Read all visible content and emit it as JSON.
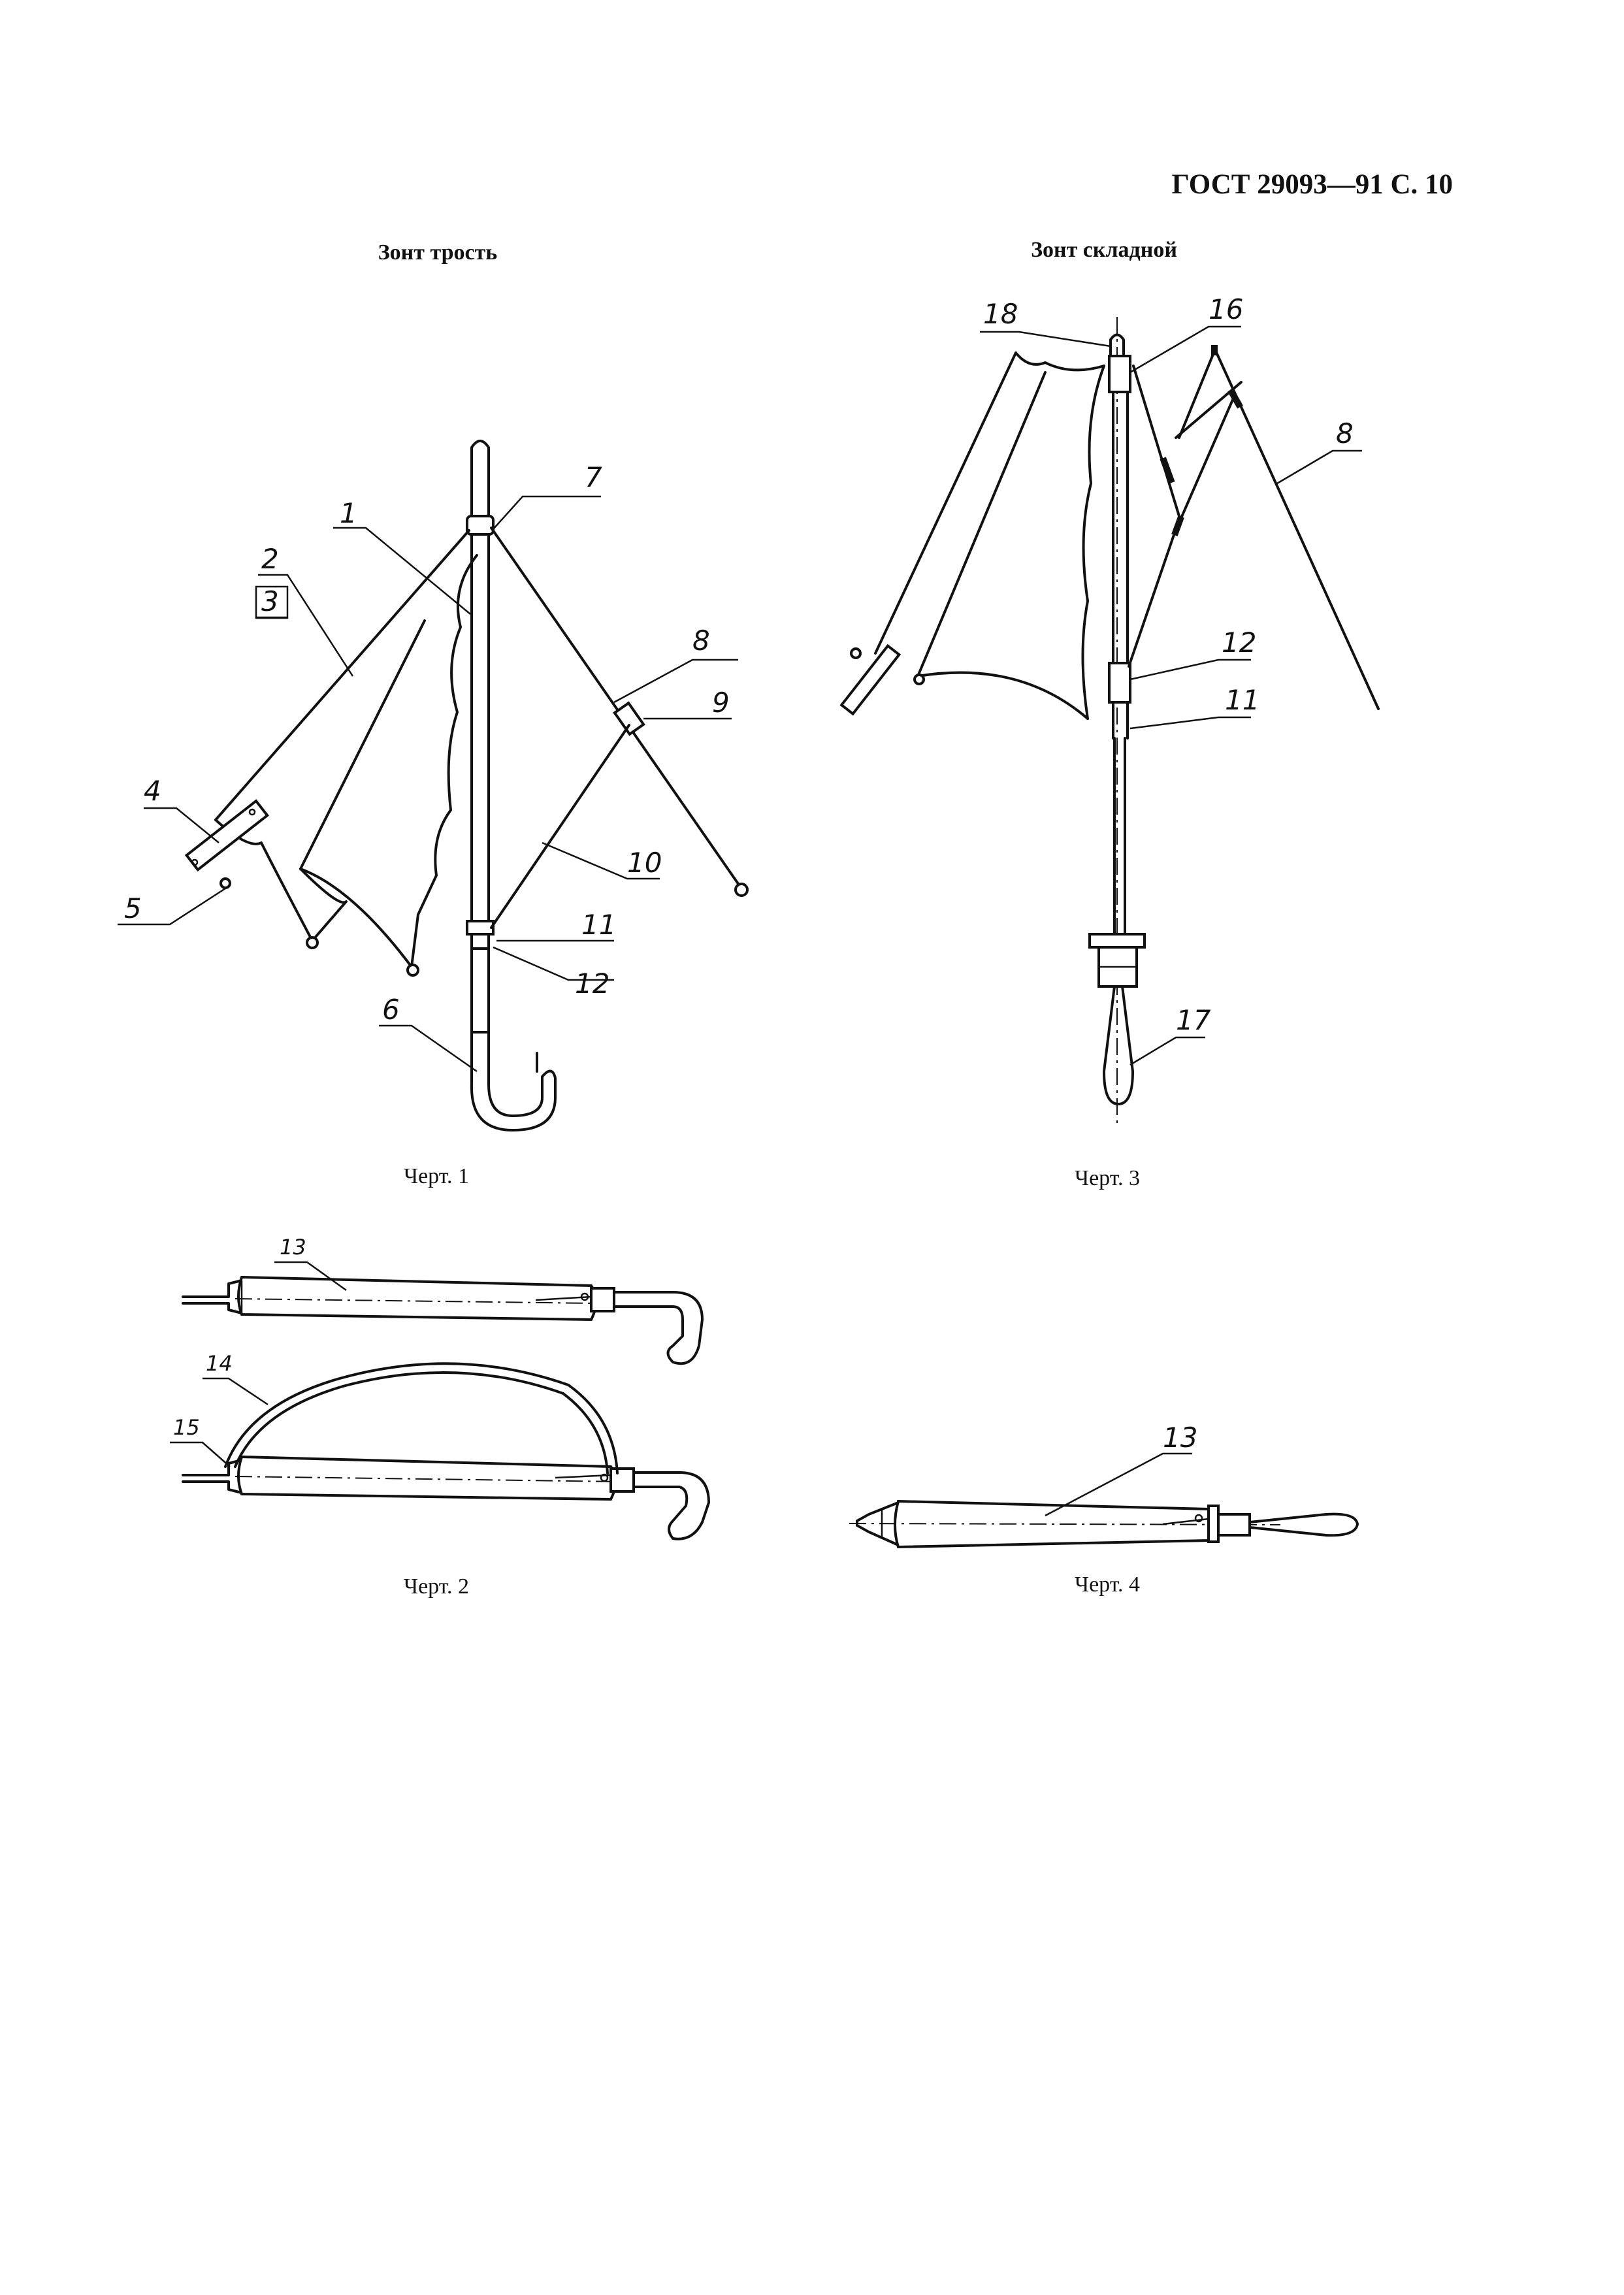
{
  "header": {
    "text": "ГОСТ 29093—91 С. 10"
  },
  "figures": [
    {
      "title": "Зонт трость",
      "caption": "Черт. 1",
      "labels": [
        "1",
        "2",
        "3",
        "4",
        "5",
        "6",
        "7",
        "8",
        "9",
        "10",
        "11",
        "12"
      ]
    },
    {
      "title": "Зонт складной",
      "caption": "Черт. 3",
      "labels": [
        "18",
        "16",
        "8",
        "12",
        "11",
        "17"
      ]
    },
    {
      "caption": "Черт. 2",
      "labels": [
        "13",
        "14",
        "15"
      ]
    },
    {
      "caption": "Черт. 4",
      "labels": [
        "13"
      ]
    }
  ]
}
